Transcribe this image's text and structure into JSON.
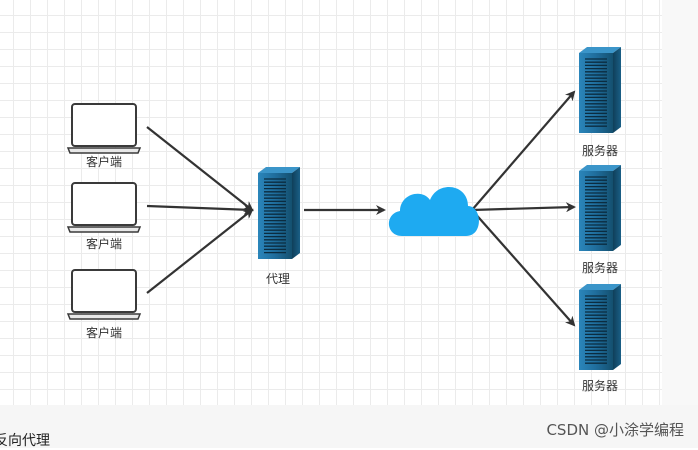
{
  "diagram": {
    "clients": [
      {
        "label": "客户端"
      },
      {
        "label": "客户端"
      },
      {
        "label": "客户端"
      }
    ],
    "proxy": {
      "label": "代理"
    },
    "internet": {
      "icon": "cloud-icon"
    },
    "servers": [
      {
        "label": "服务器"
      },
      {
        "label": "服务器"
      },
      {
        "label": "服务器"
      }
    ],
    "colors": {
      "server_blue": "#1f6d9c",
      "cloud_blue": "#1eaaf1",
      "arrow": "#333333",
      "laptop_border": "#3a3a3a"
    }
  },
  "caption": {
    "text": "反向代理"
  },
  "watermark": {
    "text": "CSDN @小涂学编程"
  }
}
